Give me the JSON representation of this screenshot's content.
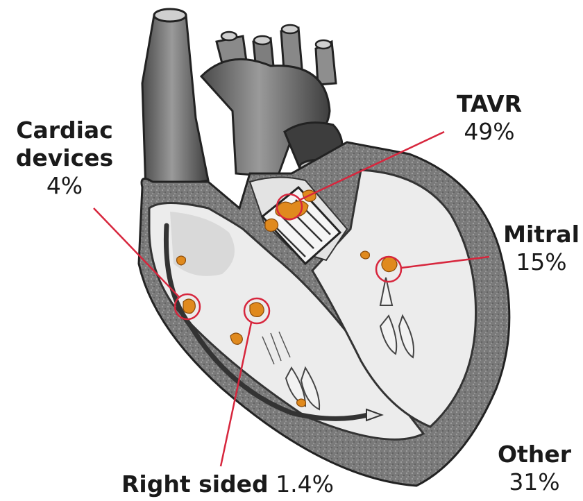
{
  "labels": {
    "cardiac": {
      "name_line1": "Cardiac",
      "name_line2": "devices",
      "value": "4%"
    },
    "tavr": {
      "name": "TAVR",
      "value": "49%"
    },
    "mitral": {
      "name": "Mitral",
      "value": "15%"
    },
    "other": {
      "name": "Other",
      "value": "31%"
    },
    "right": {
      "name": "Right sided",
      "value": "1.4%"
    }
  },
  "colors": {
    "leader_line": "#d7263d",
    "vegetation": "#e08a1e",
    "tissue_dark": "#6e6e6e",
    "tissue_light": "#d9d9d9",
    "chamber": "#efefef"
  }
}
